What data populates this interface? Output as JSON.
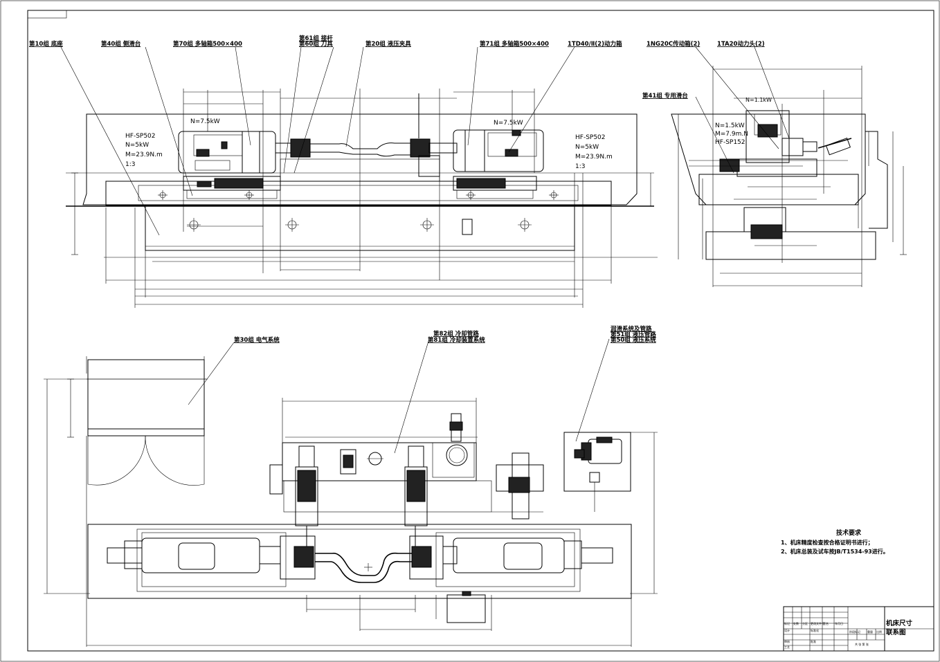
{
  "labels": {
    "g10": "第10组 底座",
    "g40": "第40组 侧滑台",
    "g70": "第70组 多轴箱500×400",
    "g61": "第61组 接杆",
    "g60": "第60组 刀具",
    "g20": "第20组 液压夹具",
    "g71": "第71组 多轴箱500×400",
    "pbox": "1TD40/Ⅱ(2)动力箱",
    "drv": "1NG20C传动箱(2)",
    "head": "1TA20动力头(2)",
    "g41": "第41组 专用滑台",
    "g30": "第30组 电气系统",
    "g82": "第82组 冷却管路",
    "g81": "第81组 冷却装置系统",
    "lub": "润滑系统及管路",
    "g51": "第51组 液压管路",
    "g50": "第50组 液压系统"
  },
  "motors": {
    "leftPower": "N=7.5kW",
    "rightPower": "N=7.5kW",
    "leftSpec": [
      "HF-SP502",
      "N=5kW",
      "M=23.9N.m",
      "1:3"
    ],
    "rightSpec": [
      "HF-SP502",
      "N=5kW",
      "M=23.9N.m",
      "1:3"
    ],
    "sideTop": "N=1.1kW",
    "sideSpec": [
      "N=1.5kW",
      "M=7.9m.N",
      "HF-SP152"
    ]
  },
  "tech": {
    "title": "技术要求",
    "line1": "1、机床精度检查按合格证明书进行；",
    "line2": "2、机床总装及试车按JB/T1534-93进行。"
  },
  "titleblock": {
    "name1": "机床尺寸",
    "name2": "联系图",
    "c1": "标记",
    "c2": "处数",
    "c3": "分区",
    "c4": "更改文件号",
    "c5": "签名",
    "c6": "年月日",
    "r2": "设计",
    "r2b": "标准化",
    "r3": "审核",
    "r4": "工艺",
    "r4b": "批准",
    "stage": "阶段标记",
    "weight": "重量",
    "scale": "比例",
    "sheet1": "共 张 第 张"
  }
}
